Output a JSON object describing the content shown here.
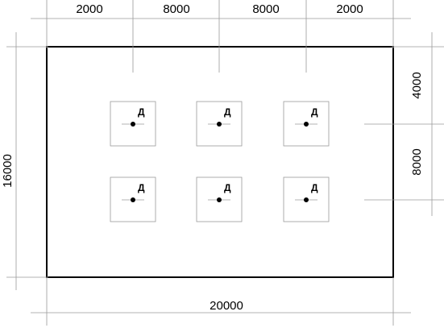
{
  "dimensions": {
    "top": [
      "2000",
      "8000",
      "8000",
      "2000"
    ],
    "right": [
      "4000",
      "8000"
    ],
    "left": "16000",
    "bottom": "20000"
  },
  "detectors": {
    "label": "Д",
    "count": 6
  },
  "colors": {
    "outline": "#000000",
    "dimension_lines": "#9a9a9a",
    "detector_dot": "#000000"
  }
}
